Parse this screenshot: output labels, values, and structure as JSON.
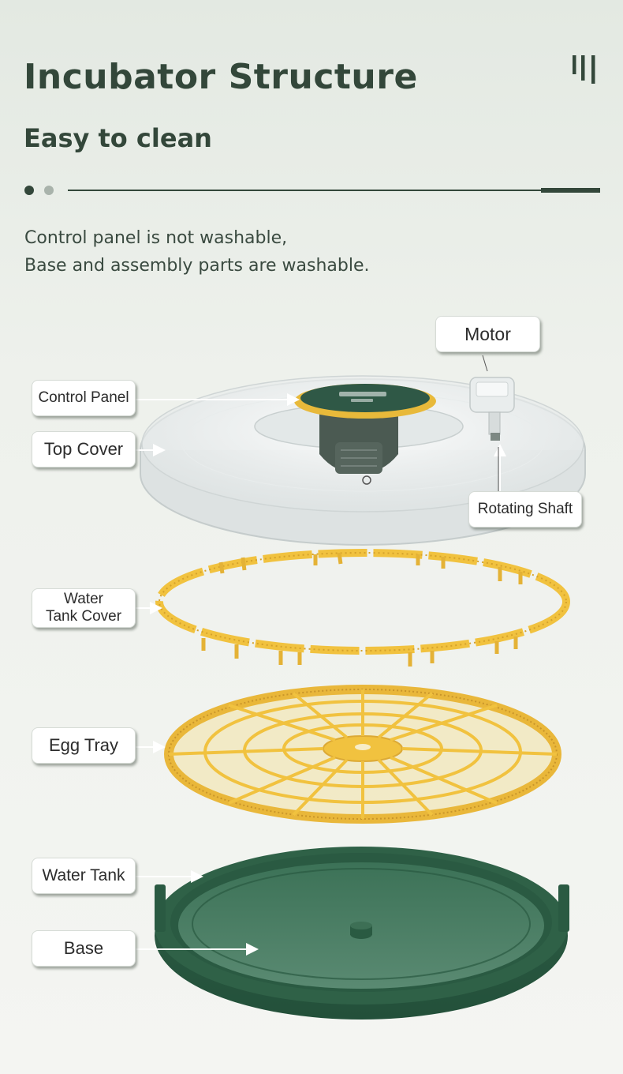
{
  "header": {
    "title": "Incubator Structure",
    "subtitle": "Easy to clean"
  },
  "description": {
    "line1": "Control panel is not washable,",
    "line2": "Base and assembly parts are washable."
  },
  "pagination": {
    "total": 2,
    "active": 1
  },
  "labels": {
    "motor": "Motor",
    "control_panel": "Control Panel",
    "top_cover": "Top Cover",
    "rotating_shaft": "Rotating Shaft",
    "water_tank_cover_line1": "Water",
    "water_tank_cover_line2": "Tank Cover",
    "egg_tray": "Egg Tray",
    "water_tank": "Water Tank",
    "base": "Base"
  },
  "colors": {
    "brand_green": "#33473a",
    "tray_yellow": "#f1c23f",
    "base_green": "#2f6147"
  }
}
